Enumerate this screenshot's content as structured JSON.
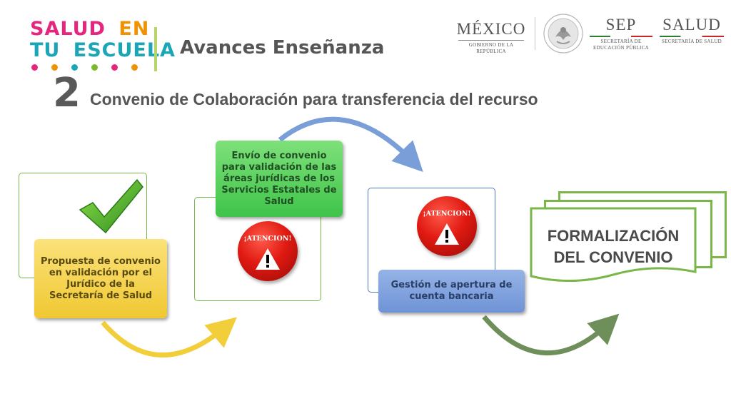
{
  "header": {
    "logo_line1": [
      "SALUD",
      "EN"
    ],
    "logo_line2": [
      "TU",
      "ESCUELA"
    ],
    "section_title": "Avances Enseñanza",
    "step_number": "2",
    "step_title": "Convenio de Colaboración para transferencia del recurso"
  },
  "gov_logos": {
    "mexico": {
      "name": "MÉXICO",
      "sub": "GOBIERNO DE LA REPÚBLICA"
    },
    "seal_icon": "national-seal",
    "sep": {
      "name": "SEP",
      "sub1": "SECRETARÍA DE",
      "sub2": "EDUCACIÓN PÚBLICA"
    },
    "salud": {
      "name": "SALUD",
      "sub": "SECRETARÍA DE SALUD"
    }
  },
  "diagram": {
    "step1": {
      "label": "Propuesta de convenio en validación por el Jurídico de la Secretaría de Salud",
      "status_icon": "checkmark"
    },
    "step2": {
      "label": "Envío de convenio para validación de las áreas jurídicas de los Servicios Estatales de Salud",
      "status_icon": "warning",
      "status_text": "¡ATENCION!"
    },
    "step3": {
      "label": "Gestión de apertura de cuenta bancaria",
      "status_icon": "warning",
      "status_text": "¡ATENCION!"
    },
    "step4": {
      "label_line1": "FORMALIZACIÓN",
      "label_line2": "DEL CONVENIO"
    }
  },
  "colors": {
    "logo_pink": "#e4267f",
    "logo_orange": "#f39200",
    "logo_teal": "#1aa6b7",
    "logo_green": "#7ab929",
    "step1_fill": "#f5d24a",
    "step2_fill": "#5fd35f",
    "step3_fill": "#7e9fdc",
    "outline_green": "#7ab648",
    "arrow_blue": "#7a9fd8",
    "arrow_yellow": "#f2cf3a",
    "arrow_olive": "#6f8f5a"
  }
}
